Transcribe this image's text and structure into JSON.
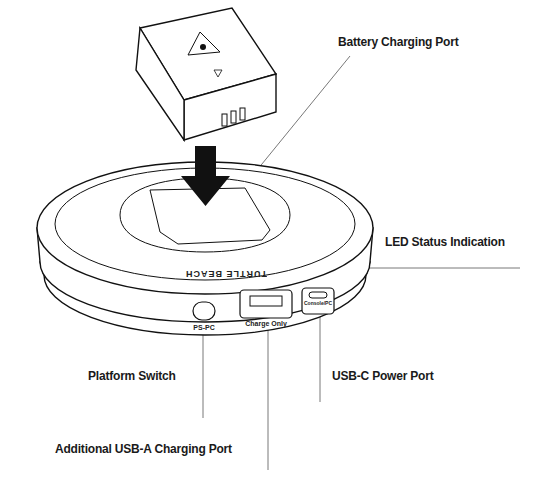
{
  "diagram": {
    "labels": [
      "Battery Charging Port",
      "LED Status Indication",
      "Platform Switch",
      "USB-C Power Port",
      "Additional USB-A Charging Port",
      "TURTLE BEACH",
      "PS-PC",
      "Charge Only",
      "Console/PC"
    ]
  }
}
